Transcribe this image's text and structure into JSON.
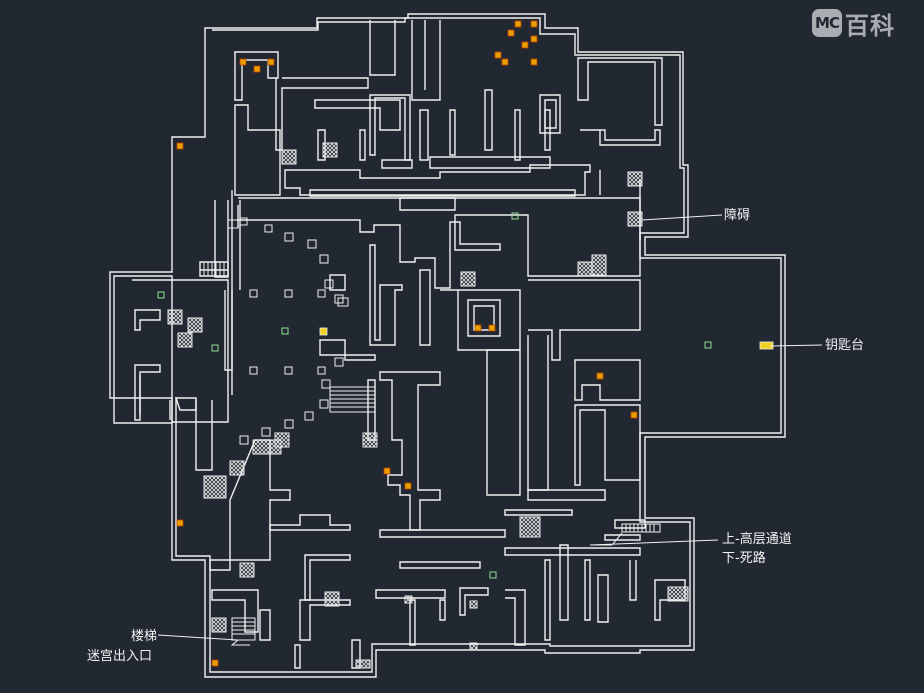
{
  "watermark": {
    "logo_text": "MC",
    "site_text": "百科"
  },
  "labels": {
    "obstacle": "障碍",
    "key_altar": "钥匙台",
    "passage_line1": "上-高层通道",
    "passage_line2": "下-死路",
    "stairs_line1": "楼梯",
    "stairs_line2": "迷宫出入口"
  },
  "colors": {
    "background": "#212832",
    "wall": "#f0f0f0",
    "chest_fill": "#e8a000",
    "chest_accent": "#e03010",
    "marker": "#90e090",
    "altar": "#f0d020"
  },
  "legend_icons": [
    "chest-icon",
    "obstacle-icon",
    "green-marker-icon",
    "stairs-icon"
  ]
}
